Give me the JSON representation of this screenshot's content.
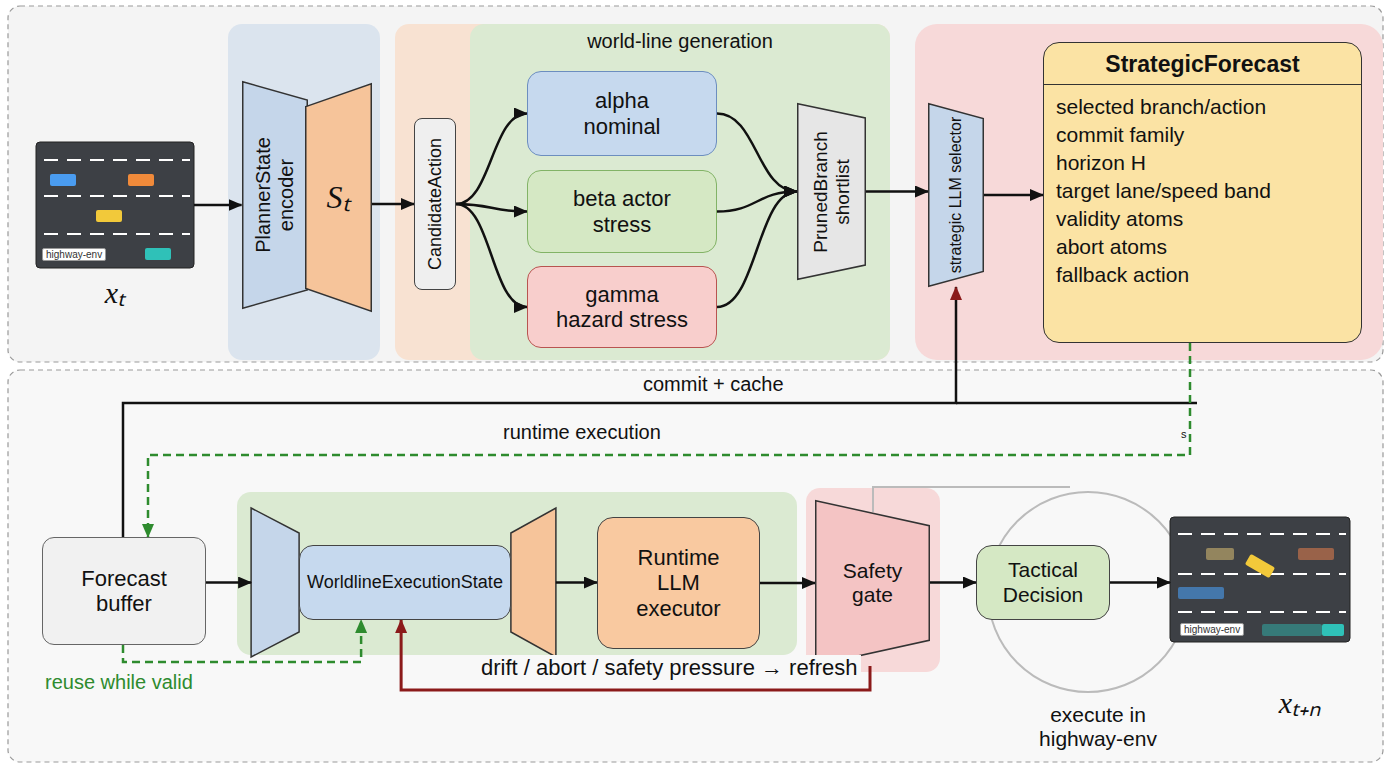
{
  "diagram": {
    "nodes": [
      {
        "text": [
          "highway-env",
          "xₜ"
        ]
      },
      {
        "text": [
          "PlannerState encoder"
        ]
      },
      {
        "text": [
          "Sₜ"
        ]
      },
      {
        "text": [
          "CandidateAction"
        ]
      },
      {
        "text": [
          "world-line generation"
        ]
      },
      {
        "text": [
          "alpha nominal"
        ],
        "in": 4
      },
      {
        "text": [
          "beta actor stress"
        ],
        "in": 4
      },
      {
        "text": [
          "gamma hazard stress"
        ],
        "in": 4
      },
      {
        "text": [
          "PrunedBranch shortlist"
        ],
        "in": 4
      },
      {
        "text": [
          "strategic LLM selector"
        ]
      },
      {
        "text": [
          "StrategicForecast",
          "selected branch/action",
          "commit family",
          "horizon H",
          "target lane/speed band",
          "validity atoms",
          "abort atoms",
          "fallback action"
        ]
      },
      {
        "text": [
          "Forecast buffer"
        ]
      },
      {
        "text": [
          "WorldlineExecutionState"
        ]
      },
      {
        "text": [
          "Runtime LLM executor"
        ]
      },
      {
        "text": [
          "Safety gate"
        ]
      },
      {
        "text": [
          "Tactical Decision"
        ]
      },
      {
        "text": [
          "highway-env",
          "xₜ₊ₙ"
        ]
      }
    ],
    "edges": [
      {
        "from": 0,
        "to": 1,
        "arrow": "to"
      },
      {
        "from": 2,
        "to": 3,
        "arrow": "to"
      },
      {
        "from": 3,
        "to": 5,
        "arrow": "to"
      },
      {
        "from": 3,
        "to": 6,
        "arrow": "to"
      },
      {
        "from": 3,
        "to": 7,
        "arrow": "to"
      },
      {
        "from": 5,
        "to": 8,
        "arrow": "to"
      },
      {
        "from": 6,
        "to": 8,
        "arrow": "to"
      },
      {
        "from": 7,
        "to": 8,
        "arrow": "to"
      },
      {
        "from": 8,
        "to": 9,
        "arrow": "to"
      },
      {
        "from": 9,
        "to": 10,
        "arrow": "to"
      },
      {
        "from": 11,
        "to": 9,
        "label": "commit + cache",
        "arrow": "to"
      },
      {
        "from": 10,
        "to": 11,
        "label": "runtime execution",
        "arrow": "to"
      },
      {
        "from": 11,
        "to": 12,
        "arrow": "to"
      },
      {
        "from": 11,
        "to": 12,
        "label": "reuse while valid",
        "arrow": "to"
      },
      {
        "from": 12,
        "to": 13,
        "arrow": "to"
      },
      {
        "from": 13,
        "to": 14,
        "arrow": "to"
      },
      {
        "from": 14,
        "to": 15,
        "arrow": "to"
      },
      {
        "from": 15,
        "to": 16,
        "arrow": "to"
      },
      {
        "from": 14,
        "to": 12,
        "label": "drift / abort / safety pressure → refresh",
        "arrow": "to"
      }
    ],
    "labels": [
      "s",
      "execute in highway-env"
    ]
  }
}
